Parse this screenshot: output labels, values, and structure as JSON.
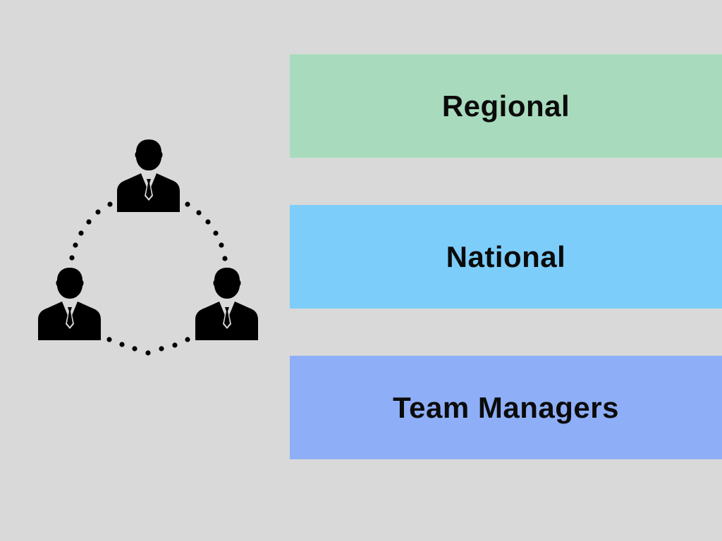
{
  "bands": [
    {
      "label": "Regional",
      "color": "#a8dbbd"
    },
    {
      "label": "National",
      "color": "#7dcdfa"
    },
    {
      "label": "Team Managers",
      "color": "#8eaef7"
    }
  ],
  "diagram": {
    "people_count": 3,
    "icon": "businessman-icon",
    "connector": "dotted-ring"
  }
}
